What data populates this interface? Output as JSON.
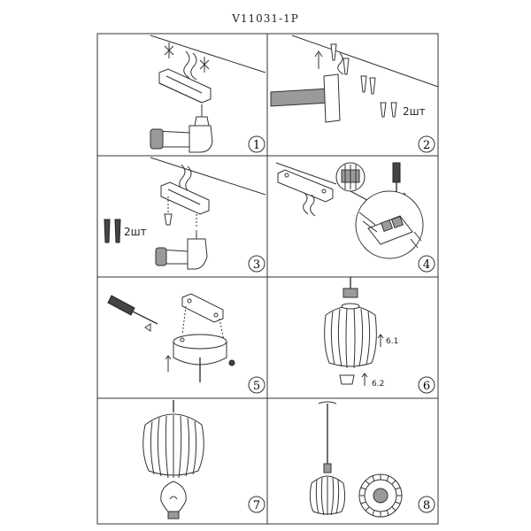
{
  "title": "V11031-1P",
  "steps": [
    {
      "number": "1"
    },
    {
      "number": "2",
      "quantity": "2шт"
    },
    {
      "number": "3",
      "quantity": "2шт"
    },
    {
      "number": "4"
    },
    {
      "number": "5"
    },
    {
      "number": "6",
      "labels": [
        "6.1",
        "6.2"
      ]
    },
    {
      "number": "7"
    },
    {
      "number": "8"
    }
  ]
}
